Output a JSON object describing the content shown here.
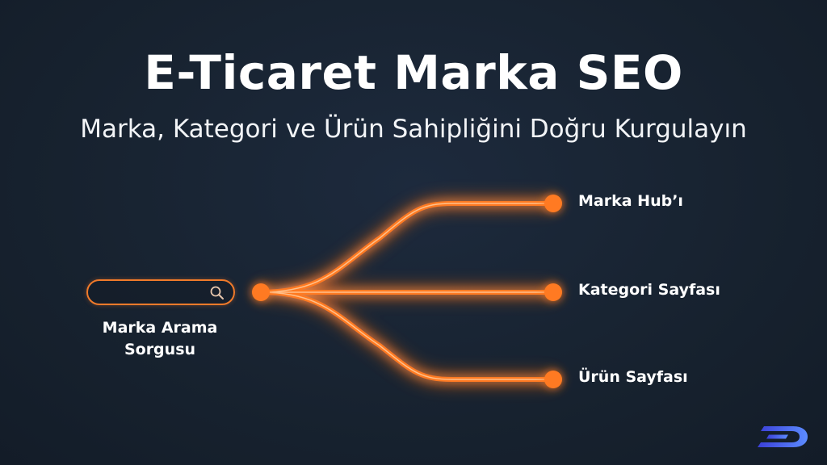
{
  "title": "E-Ticaret Marka SEO",
  "subtitle": "Marka, Kategori ve Ürün Sahipliğini Doğru Kurgulayın",
  "source": {
    "label_line1": "Marka Arama",
    "label_line2": "Sorgusu",
    "icon": "search-icon"
  },
  "targets": [
    {
      "label": "Marka Hub’ı"
    },
    {
      "label": "Kategori Sayfası"
    },
    {
      "label": "Ürün Sayfası"
    }
  ],
  "colors": {
    "background": "#17222f",
    "accent": "#ff7a20",
    "accent_light": "#ffb070",
    "text": "#ffffff"
  },
  "logo": "brand-logo-icon"
}
